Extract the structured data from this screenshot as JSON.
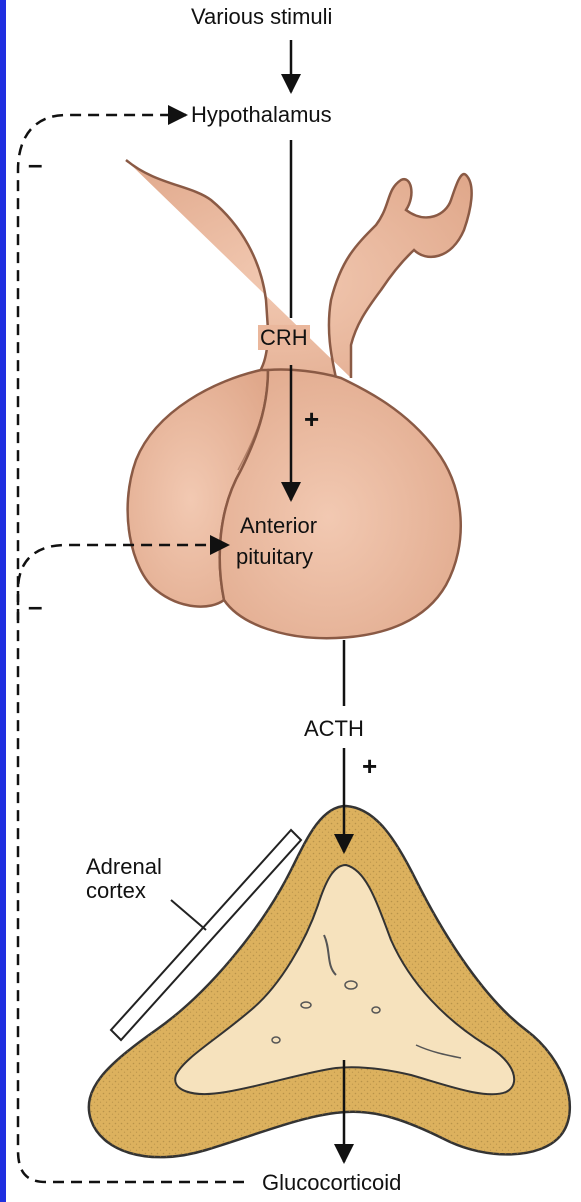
{
  "labels": {
    "various_stimuli": "Various stimuli",
    "hypothalamus": "Hypothalamus",
    "crh": "CRH",
    "plus_1": "+",
    "anterior": "Anterior",
    "pituitary": "pituitary",
    "acth": "ACTH",
    "plus_2": "+",
    "adrenal": "Adrenal",
    "cortex": "cortex",
    "glucocorticoid": "Glucocorticoid",
    "minus_1": "–",
    "minus_2": "–"
  },
  "colors": {
    "frame_blue": "#1f2fe0",
    "pituitary_fill": "#eab79c",
    "pituitary_edge": "#8a5a45",
    "adrenal_outer": "#dcb15e",
    "adrenal_inner": "#f6e2bd",
    "ink": "#111111"
  }
}
